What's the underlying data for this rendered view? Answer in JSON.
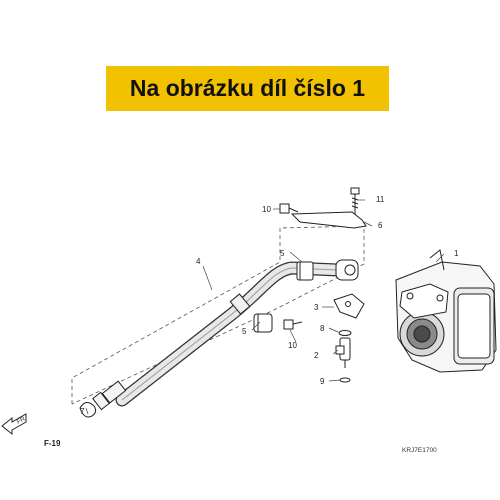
{
  "banner": {
    "text": "Na obrázku díl číslo 1"
  },
  "diagram": {
    "callouts": [
      "1",
      "2",
      "3",
      "4",
      "5",
      "5",
      "6",
      "7",
      "8",
      "9",
      "10",
      "10",
      "11"
    ],
    "fr_label": "FR.",
    "ref_label": "F-19",
    "code": "KRJ7E1700"
  }
}
